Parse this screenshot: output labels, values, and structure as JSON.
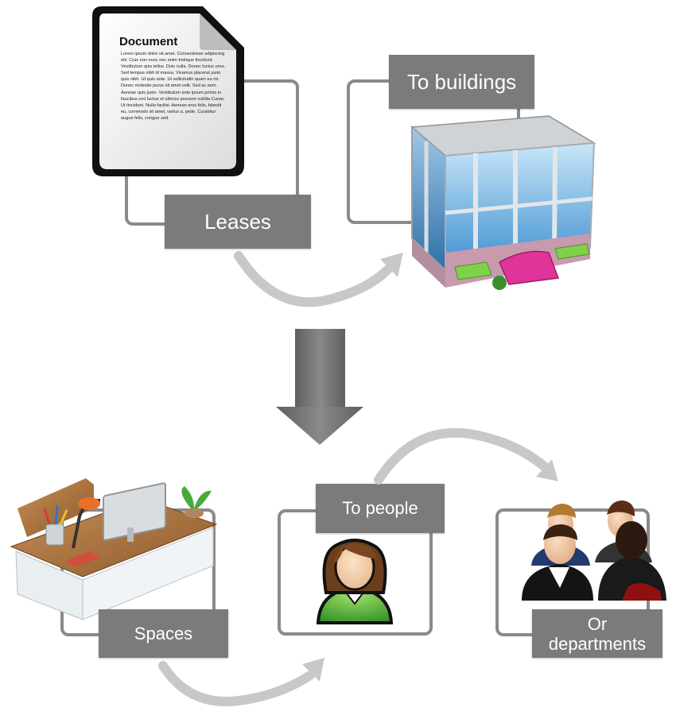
{
  "document": {
    "title": "Document",
    "body": "Lorem ipsum dolor sit amet. Consectetuer adipiscing elit. Cras non nunc nec enim tristique tincidunt. Vestibulum quis tellus. Duis nulla. Donec luctus urna. Sed tempus nibh id massa. Vivamus placerat justo quis nibh. Ut quis ante. Ut sollicitudin quam eu mi. Donec molestie purus sit amet velit. Sed ac sem. Aenean quis justo. Vestibulum ante ipsum primis in faucibus orci luctus et ultrices posuere cubilia Curae; Ut tincidunt. Nulla facilisi. Aenean eros felis, blandit eu, commodo sit amet, varius a, pede. Curabitur augue felis, congue sed."
  },
  "labels": {
    "leases": "Leases",
    "to_buildings": "To buildings",
    "spaces": "Spaces",
    "to_people": "To people",
    "or_departments_line1": "Or",
    "or_departments_line2": "departments"
  },
  "colors": {
    "label_bg": "#7b7b7b",
    "frame": "#8a8a8a",
    "arrow": "#c8c8c8",
    "down_arrow": "#6d6d6d"
  }
}
